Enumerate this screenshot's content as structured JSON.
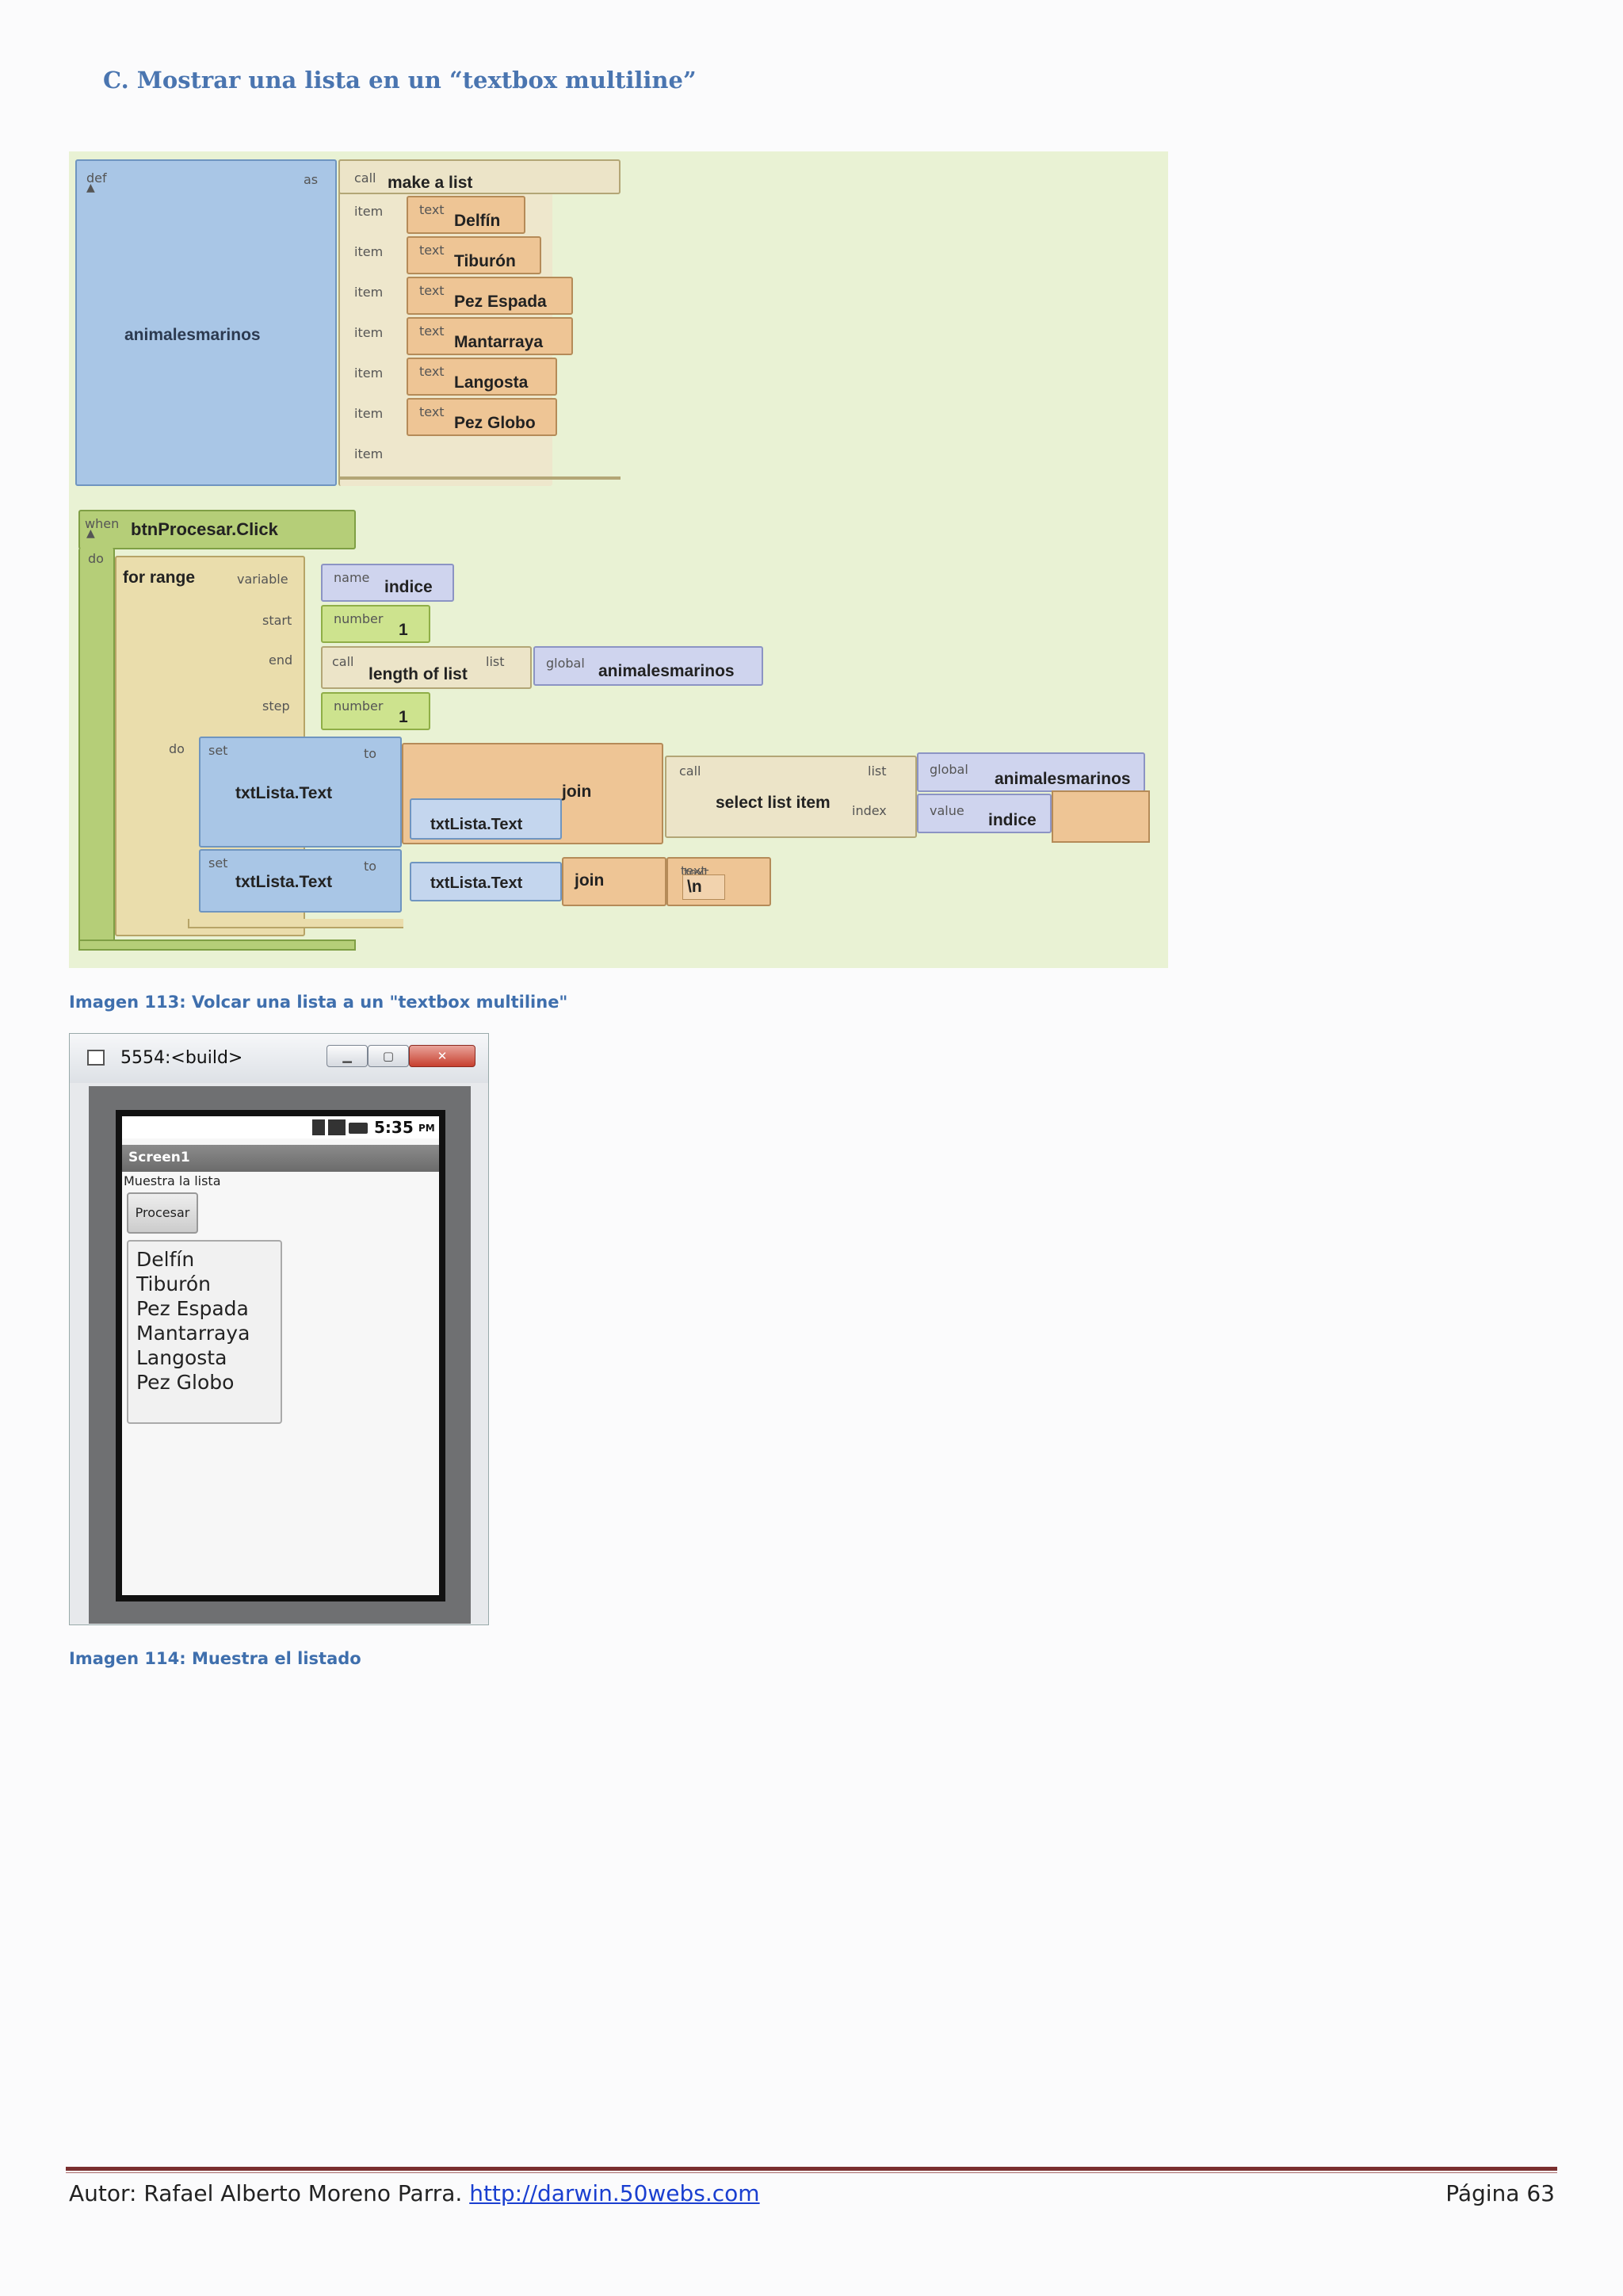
{
  "heading": "C.  Mostrar una lista en un “textbox multiline”",
  "blocks": {
    "def_label": "def",
    "as_label": "as",
    "var_name": "animalesmarinos",
    "call_label": "call",
    "make_list": "make a list",
    "item_label": "item",
    "text_label": "text",
    "items": [
      "Delfín",
      "Tiburón",
      "Pez Espada",
      "Mantarraya",
      "Langosta",
      "Pez Globo"
    ],
    "when_label": "when",
    "do_label": "do",
    "event": "btnProcesar.Click",
    "for_range": "for range",
    "variable_label": "variable",
    "name_label": "name",
    "loop_var": "indice",
    "start_label": "start",
    "end_label": "end",
    "step_label": "step",
    "number_label": "number",
    "start_value": "1",
    "step_value": "1",
    "length_of_list": "length of list",
    "list_label": "list",
    "global_label": "global",
    "global_var": "animalesmarinos",
    "set_label": "set",
    "to_label": "to",
    "target": "txtLista.Text",
    "join": "join",
    "select_list_item": "select list item",
    "index_label": "index",
    "value_label": "value",
    "newline": "\\n"
  },
  "caption1": "Imagen 113: Volcar una lista a un \"textbox multiline\"",
  "emulator": {
    "title": "5554:<build>",
    "time": "5:35",
    "ampm": "PM",
    "screen_title": "Screen1",
    "label": "Muestra la lista",
    "button": "Procesar",
    "list": [
      "Delfín",
      "Tiburón",
      "Pez Espada",
      "Mantarraya",
      "Langosta",
      "Pez Globo"
    ]
  },
  "caption2": "Imagen 114: Muestra el listado",
  "footer": {
    "author": "Autor: Rafael Alberto Moreno Parra. ",
    "link": "http://darwin.50webs.com",
    "page": "Página 63"
  }
}
